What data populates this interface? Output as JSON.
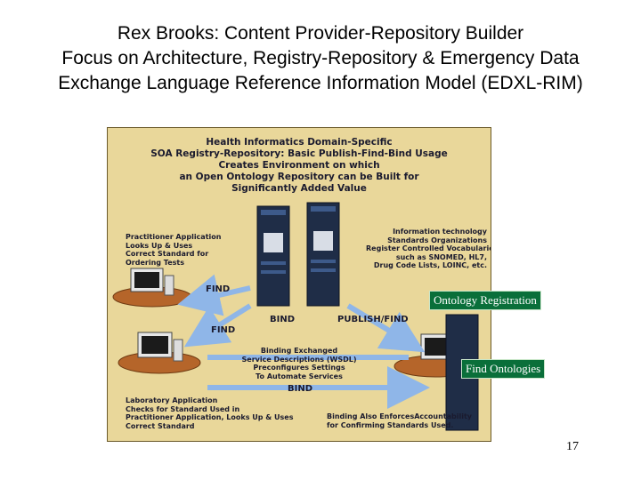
{
  "slide": {
    "title_lines": [
      "Rex Brooks: Content Provider-Repository Builder",
      "Focus on Architecture, Registry-Repository & Emergency Data",
      "Exchange Language Reference Information Model (EDXL-RIM)"
    ],
    "page_number": "17"
  },
  "figure": {
    "heading_lines": [
      "Health Informatics Domain-Specific",
      "SOA Registry-Repository: Basic Publish-Find-Bind Usage",
      "Creates Environment on which",
      "an Open Ontology Repository can be Built for",
      "Significantly Added Value"
    ],
    "practitioner_lines": [
      "Practitioner Application",
      "Looks Up & Uses",
      "Correct Standard for",
      "Ordering Tests"
    ],
    "info_tech_lines": [
      "Information technology",
      "Standards Organizations",
      "Register Controlled Vocabularies",
      "such as SNOMED, HL7,",
      "Drug Code Lists, LOINC, etc."
    ],
    "binding_lines": [
      "Binding Exchanged",
      "Service Descriptions (WSDL)",
      "Preconfigures Settings",
      "To Automate Services"
    ],
    "laboratory_lines": [
      "Laboratory Application",
      "Checks for Standard Used in",
      "Practitioner Application, Looks Up & Uses",
      "Correct Standard"
    ],
    "accountability_lines": [
      "Binding Also EnforcesAccountability",
      "for Confirming Standards Used."
    ],
    "arrow_labels": {
      "find_top": "FIND",
      "find_left": "FIND",
      "bind_center": "BIND",
      "publish_find": "PUBLISH/FIND",
      "bind_bottom": "BIND"
    }
  },
  "callouts": {
    "ontology_registration": "Ontology Registration",
    "find_ontologies": "Find Ontologies"
  },
  "colors": {
    "figure_bg": "#e9d79a",
    "arrow": "#8fb6e8",
    "callout_bg": "#0a6f3a",
    "desk": "#b5652a"
  }
}
